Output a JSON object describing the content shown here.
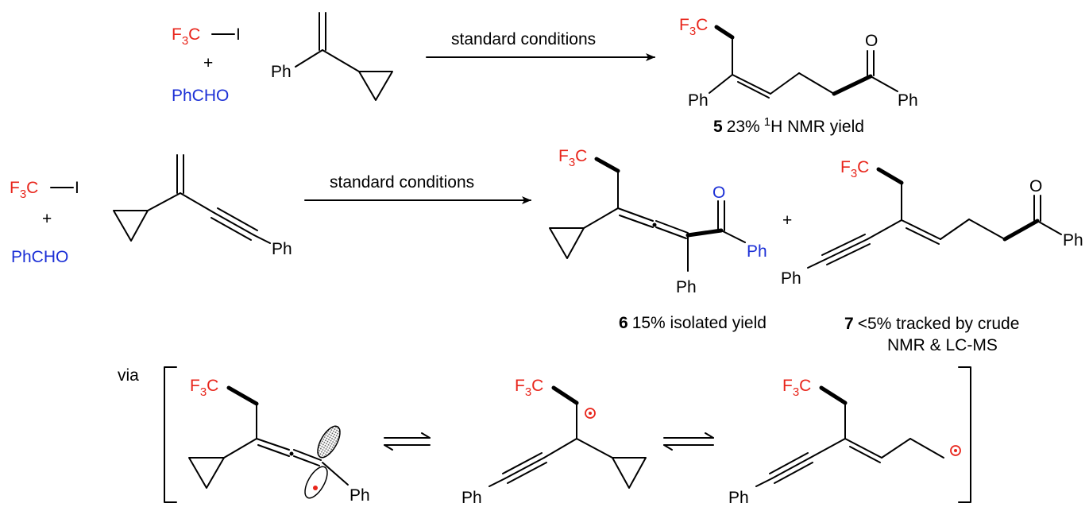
{
  "colors": {
    "red": "#e8251b",
    "blue": "#1b2fd6",
    "black": "#000000"
  },
  "reaction1": {
    "reagent_cf3": "F3C",
    "reagent_i": "I",
    "plus": "+",
    "aldehyde": "PhCHO",
    "substrate_ph": "Ph",
    "arrow_label": "standard conditions",
    "product_cf3": "F3C",
    "product_o": "O",
    "product_ph_left": "Ph",
    "product_ph_right": "Ph",
    "product_number": "5",
    "product_caption_a": "23%",
    "product_caption_sup": "1",
    "product_caption_b": "H NMR yield"
  },
  "reaction2": {
    "reagent_cf3": "F3C",
    "reagent_i": "I",
    "plus": "+",
    "aldehyde": "PhCHO",
    "substrate_ph": "Ph",
    "arrow_label": "standard conditions",
    "product6_cf3": "F3C",
    "product6_o": "O",
    "product6_ph_carbonyl": "Ph",
    "product6_ph_bottom": "Ph",
    "product6_number": "6",
    "product6_caption": "15% isolated yield",
    "plus2": "+",
    "product7_cf3": "F3C",
    "product7_o": "O",
    "product7_ph_right": "Ph",
    "product7_ph_alkyne": "Ph",
    "product7_number": "7",
    "product7_caption_line1": "<5% tracked by crude",
    "product7_caption_line2": "NMR & LC-MS"
  },
  "mechanism": {
    "via": "via",
    "int1_cf3": "F3C",
    "int1_ph": "Ph",
    "int2_cf3": "F3C",
    "int2_ph": "Ph",
    "int3_cf3": "F3C",
    "int3_ph": "Ph"
  }
}
